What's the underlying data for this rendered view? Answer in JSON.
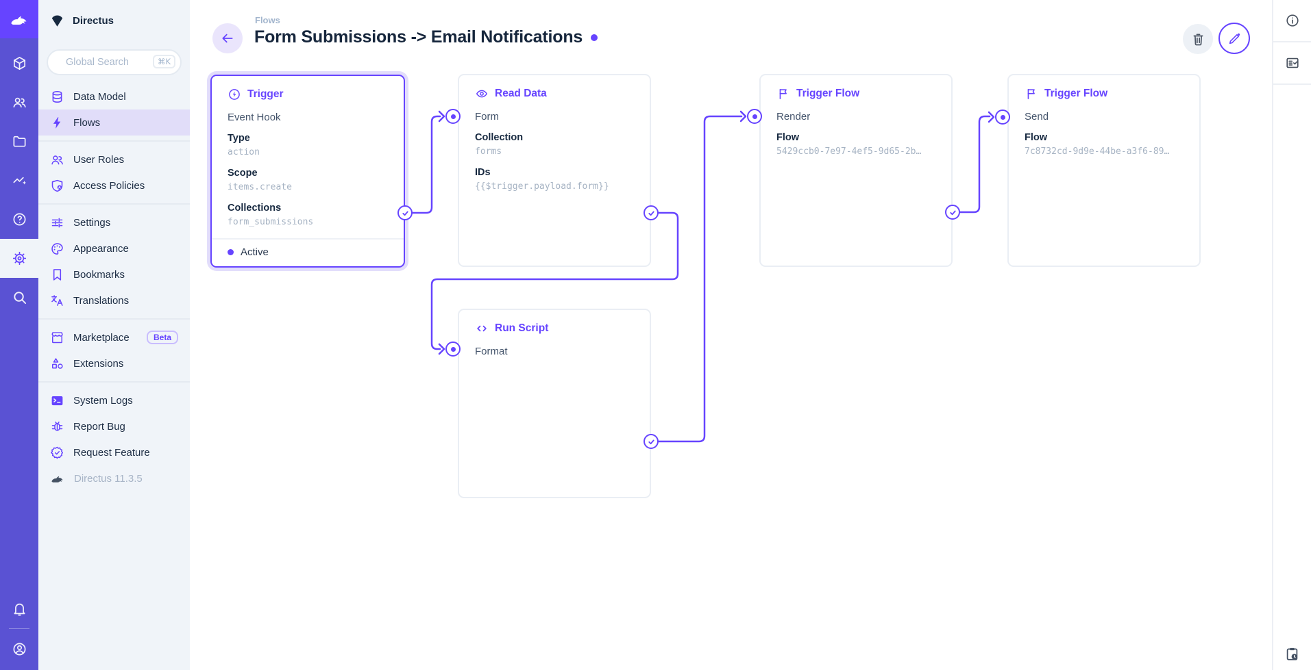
{
  "colors": {
    "accent": "#6644ff",
    "rail": "#5a52d3",
    "rail_logo": "#6644ff",
    "sidebar_bg": "#f0f4f9",
    "status_active": "#6644ff"
  },
  "module_bar": {
    "modules": [
      "directus-logo",
      "cube",
      "people",
      "folder",
      "trending",
      "help",
      "gear",
      "search"
    ],
    "active_module": "gear",
    "bottom": [
      "bell",
      "account-circle"
    ]
  },
  "sidebar": {
    "project": {
      "name": "Directus"
    },
    "search": {
      "placeholder": "Global Search",
      "shortcut": "⌘K"
    },
    "sections": [
      {
        "items": [
          {
            "icon": "database",
            "label": "Data Model"
          },
          {
            "icon": "bolt",
            "label": "Flows",
            "active": true
          }
        ]
      },
      {
        "items": [
          {
            "icon": "people",
            "label": "User Roles"
          },
          {
            "icon": "shield-user",
            "label": "Access Policies"
          }
        ]
      },
      {
        "items": [
          {
            "icon": "sliders",
            "label": "Settings"
          },
          {
            "icon": "palette",
            "label": "Appearance"
          },
          {
            "icon": "bookmark",
            "label": "Bookmarks"
          },
          {
            "icon": "translate",
            "label": "Translations"
          }
        ]
      },
      {
        "items": [
          {
            "icon": "store",
            "label": "Marketplace",
            "badge": "Beta"
          },
          {
            "icon": "extension",
            "label": "Extensions"
          }
        ]
      },
      {
        "items": [
          {
            "icon": "terminal",
            "label": "System Logs"
          },
          {
            "icon": "bug",
            "label": "Report Bug"
          },
          {
            "icon": "seal-check",
            "label": "Request Feature"
          }
        ]
      }
    ],
    "version": {
      "icon": "rabbit",
      "label": "Directus 11.3.5"
    }
  },
  "header": {
    "breadcrumb": "Flows",
    "title": "Form Submissions -> Email Notifications"
  },
  "flow": {
    "panels": [
      {
        "id": "trigger",
        "type_label": "Trigger",
        "icon": "bolt-circle",
        "name": "Event Hook",
        "selected": true,
        "status": "Active",
        "fields": [
          {
            "label": "Type",
            "value": "action"
          },
          {
            "label": "Scope",
            "value": "items.create"
          },
          {
            "label": "Collections",
            "value": "form_submissions"
          }
        ]
      },
      {
        "id": "read-data",
        "type_label": "Read Data",
        "icon": "eye",
        "name": "Form",
        "fields": [
          {
            "label": "Collection",
            "value": "forms"
          },
          {
            "label": "IDs",
            "value": "{{$trigger.payload.form}}"
          }
        ]
      },
      {
        "id": "trigger-flow-render",
        "type_label": "Trigger Flow",
        "icon": "flag",
        "name": "Render",
        "fields": [
          {
            "label": "Flow",
            "value": "5429ccb0-7e97-4ef5-9d65-2b…"
          }
        ]
      },
      {
        "id": "trigger-flow-send",
        "type_label": "Trigger Flow",
        "icon": "flag",
        "name": "Send",
        "fields": [
          {
            "label": "Flow",
            "value": "7c8732cd-9d9e-44be-a3f6-89…"
          }
        ]
      },
      {
        "id": "run-script",
        "type_label": "Run Script",
        "icon": "code",
        "name": "Format",
        "fields": []
      }
    ]
  },
  "right_rail": {
    "top": [
      "info",
      "fact-check"
    ],
    "bottom": [
      "clipboard-clock"
    ]
  }
}
